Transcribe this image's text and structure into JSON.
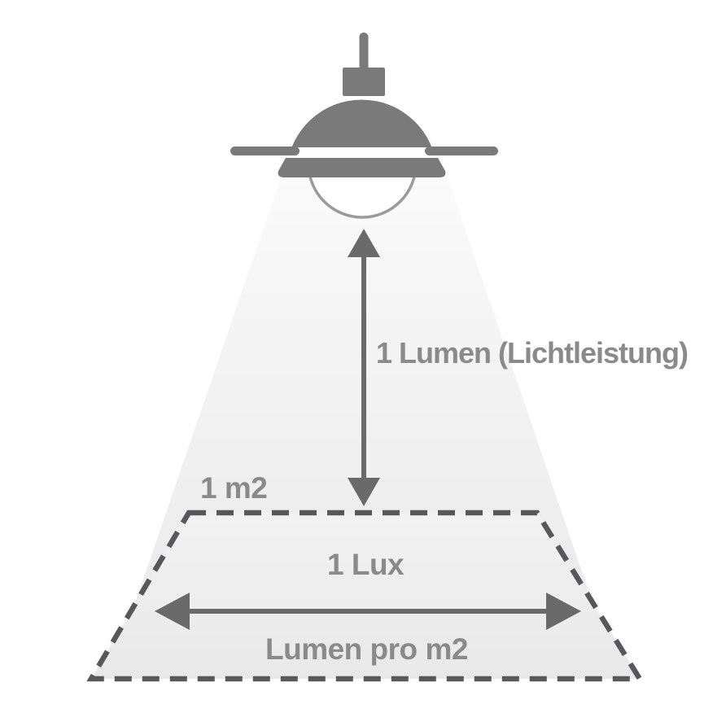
{
  "diagram": {
    "description": "Illustration explaining the relation between Lumen and Lux: a pendant lamp shines a light beam onto a 1 m2 floor area",
    "labels": {
      "lumen": "1 Lumen (Lichtleistung)",
      "area": "1 m2",
      "lux": "1 Lux",
      "lumen_per_m2": "Lumen pro m2"
    },
    "icons": {
      "lamp": "pendant-lamp-icon",
      "vertical_arrow": "double-arrow-vertical-icon",
      "horizontal_arrow": "double-arrow-horizontal-icon"
    },
    "colors": {
      "background": "#ffffff",
      "lamp": "#7a7a7a",
      "bulb_stroke": "#9b9b9b",
      "arrow": "#6a6a6a",
      "dash": "#58585a",
      "text": "#8a8a8a",
      "beam_top": "#fbfbfb",
      "beam_bottom": "#e9e9e9",
      "floor_top": "#f2f2f2",
      "floor_bottom": "#e9e9e9"
    }
  }
}
